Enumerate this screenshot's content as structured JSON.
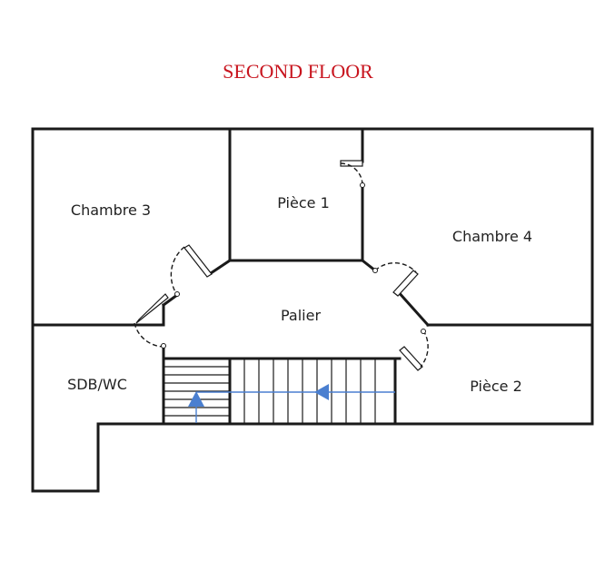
{
  "title": "SECOND FLOOR",
  "rooms": {
    "chambre3": "Chambre 3",
    "piece1": "Pièce 1",
    "chambre4": "Chambre 4",
    "palier": "Palier",
    "sdbwc": "SDB/WC",
    "piece2": "Pièce 2"
  },
  "colors": {
    "title": "#c8141e",
    "walls": "#1a1a1a",
    "stair_arrow": "#4a7fd0"
  }
}
